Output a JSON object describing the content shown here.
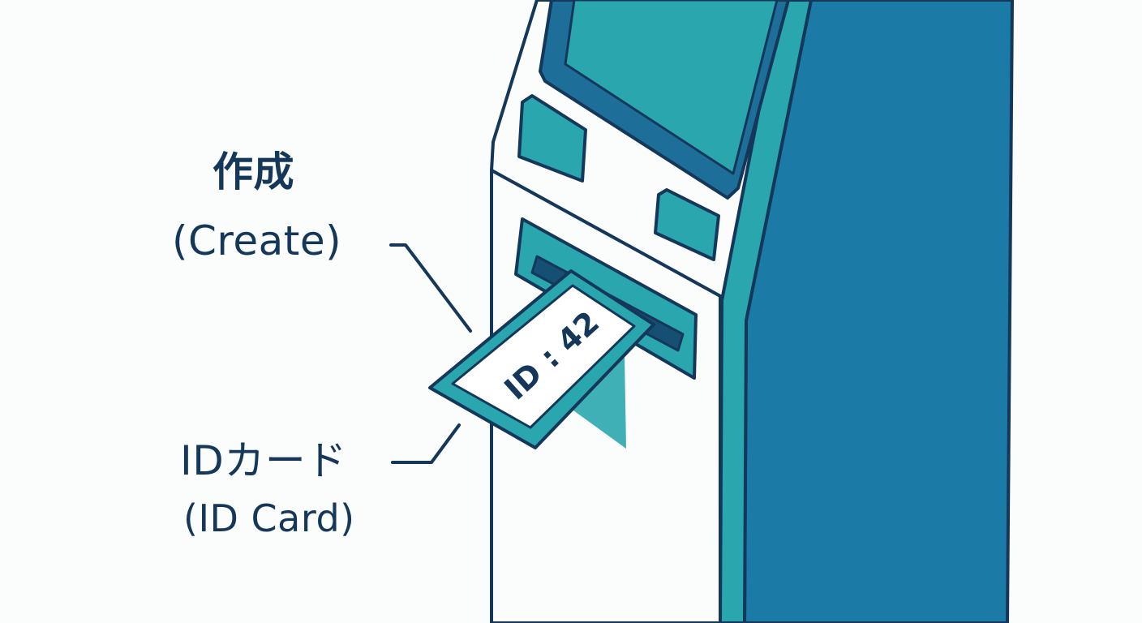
{
  "labels": {
    "create_jp": "作成",
    "create_en": "(Create)",
    "card_jp": "IDカード",
    "card_en": "(ID Card)"
  },
  "card": {
    "id_text": "ID : 42"
  },
  "colors": {
    "outline": "#14375a",
    "teal": "#2aa7ae",
    "side_blue": "#1b7aa6",
    "screen_frame": "#1d6f99",
    "background": "#fbfcfc"
  }
}
